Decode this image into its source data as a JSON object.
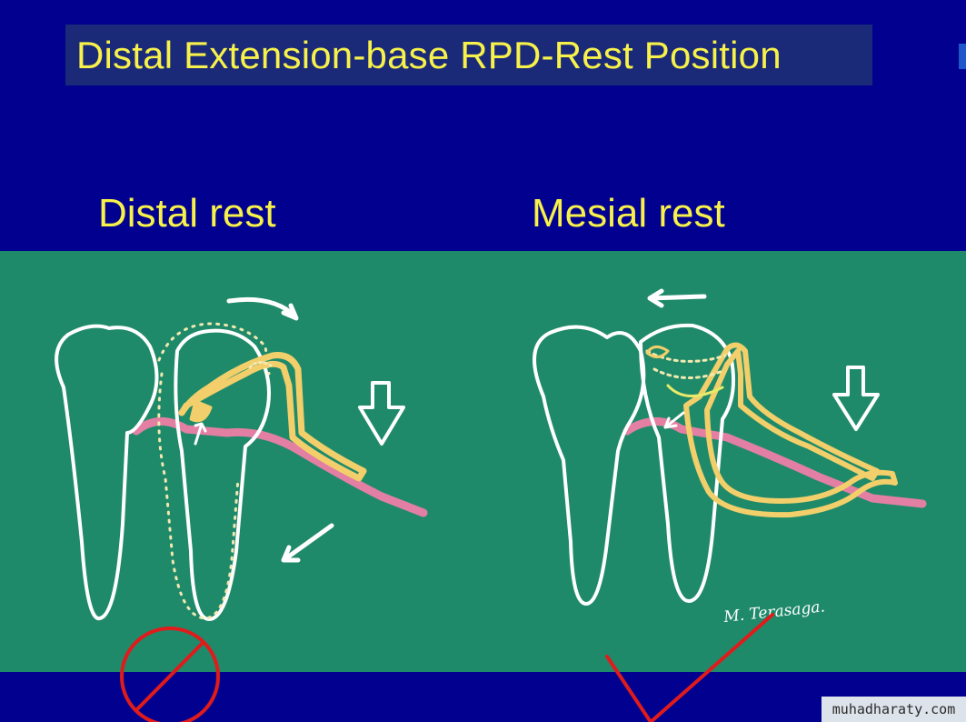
{
  "slide": {
    "title": "Distal Extension-base RPD-Rest Position",
    "distal_label": "Distal rest",
    "mesial_label": "Mesial rest",
    "signature": "M. Terasaga.",
    "watermark": "muhadharaty.com"
  },
  "colors": {
    "background": "#02018f",
    "title_box": "#1a2a78",
    "title_text": "#f7f14a",
    "panel": "#1f8a6a",
    "tooth_outline": "#ffffff",
    "framework": "#f2cf6a",
    "gingiva": "#e27fa3",
    "verdict": "#e01b1b"
  },
  "verdicts": {
    "distal_rest": "prohibited-icon",
    "mesial_rest": "checkmark-icon"
  }
}
